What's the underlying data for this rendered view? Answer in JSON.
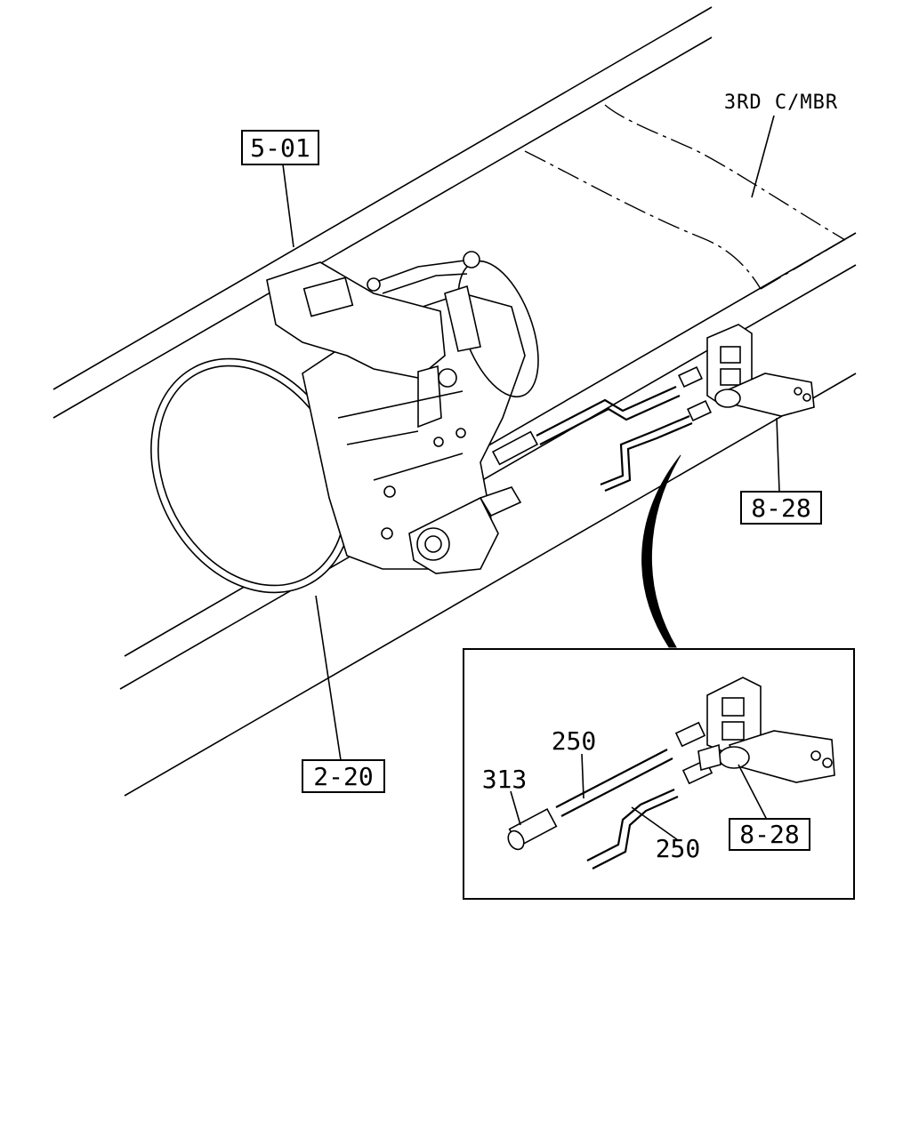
{
  "callouts": {
    "ref_5_01": "5-01",
    "ref_2_20": "2-20",
    "ref_8_28_main": "8-28",
    "ref_8_28_detail": "8-28",
    "crossmember_note": "3RD C/MBR"
  },
  "parts": {
    "hose_upper": "250",
    "hose_lower": "250",
    "connector": "313"
  },
  "colors": {
    "ink": "#000000",
    "paper": "#ffffff"
  }
}
